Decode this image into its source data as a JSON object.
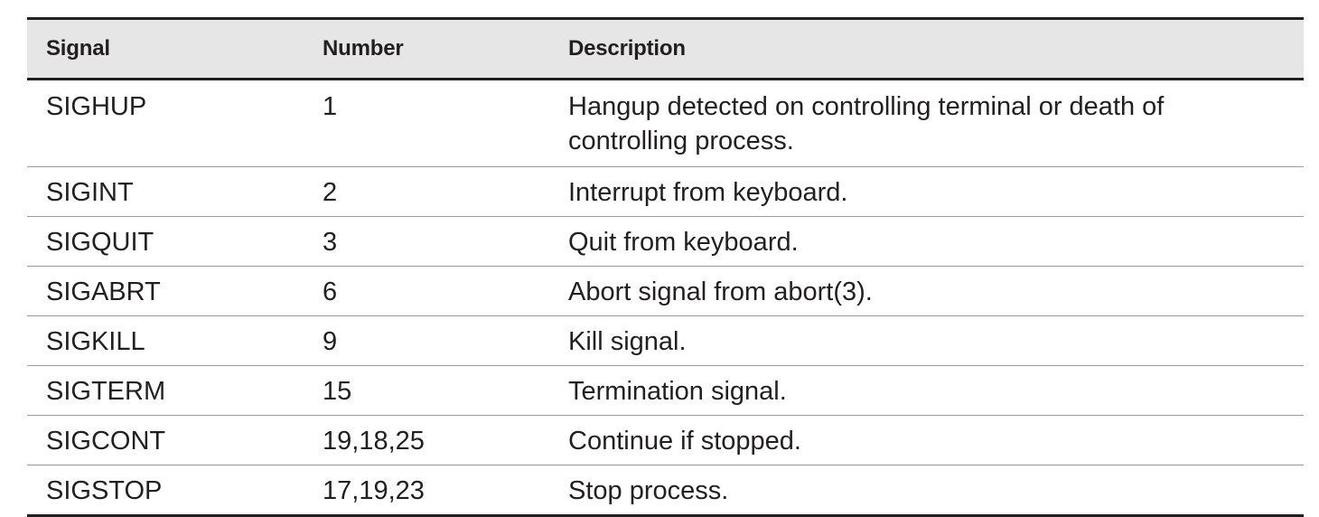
{
  "table": {
    "headers": {
      "signal": "Signal",
      "number": "Number",
      "description": "Description"
    },
    "rows": [
      {
        "signal": "SIGHUP",
        "number": "1",
        "description": "Hangup detected on controlling terminal or death of controlling process."
      },
      {
        "signal": "SIGINT",
        "number": "2",
        "description": "Interrupt from keyboard."
      },
      {
        "signal": "SIGQUIT",
        "number": "3",
        "description": "Quit from keyboard."
      },
      {
        "signal": "SIGABRT",
        "number": "6",
        "description": "Abort signal from abort(3)."
      },
      {
        "signal": "SIGKILL",
        "number": "9",
        "description": "Kill signal."
      },
      {
        "signal": "SIGTERM",
        "number": "15",
        "description": "Termination signal."
      },
      {
        "signal": "SIGCONT",
        "number": "19,18,25",
        "description": "Continue if stopped."
      },
      {
        "signal": "SIGSTOP",
        "number": "17,19,23",
        "description": "Stop process."
      }
    ]
  },
  "colors": {
    "header_background": "#e6e6e6",
    "text": "#231f20",
    "rule_heavy": "#231f20",
    "rule_light": "#9a9a9a"
  }
}
